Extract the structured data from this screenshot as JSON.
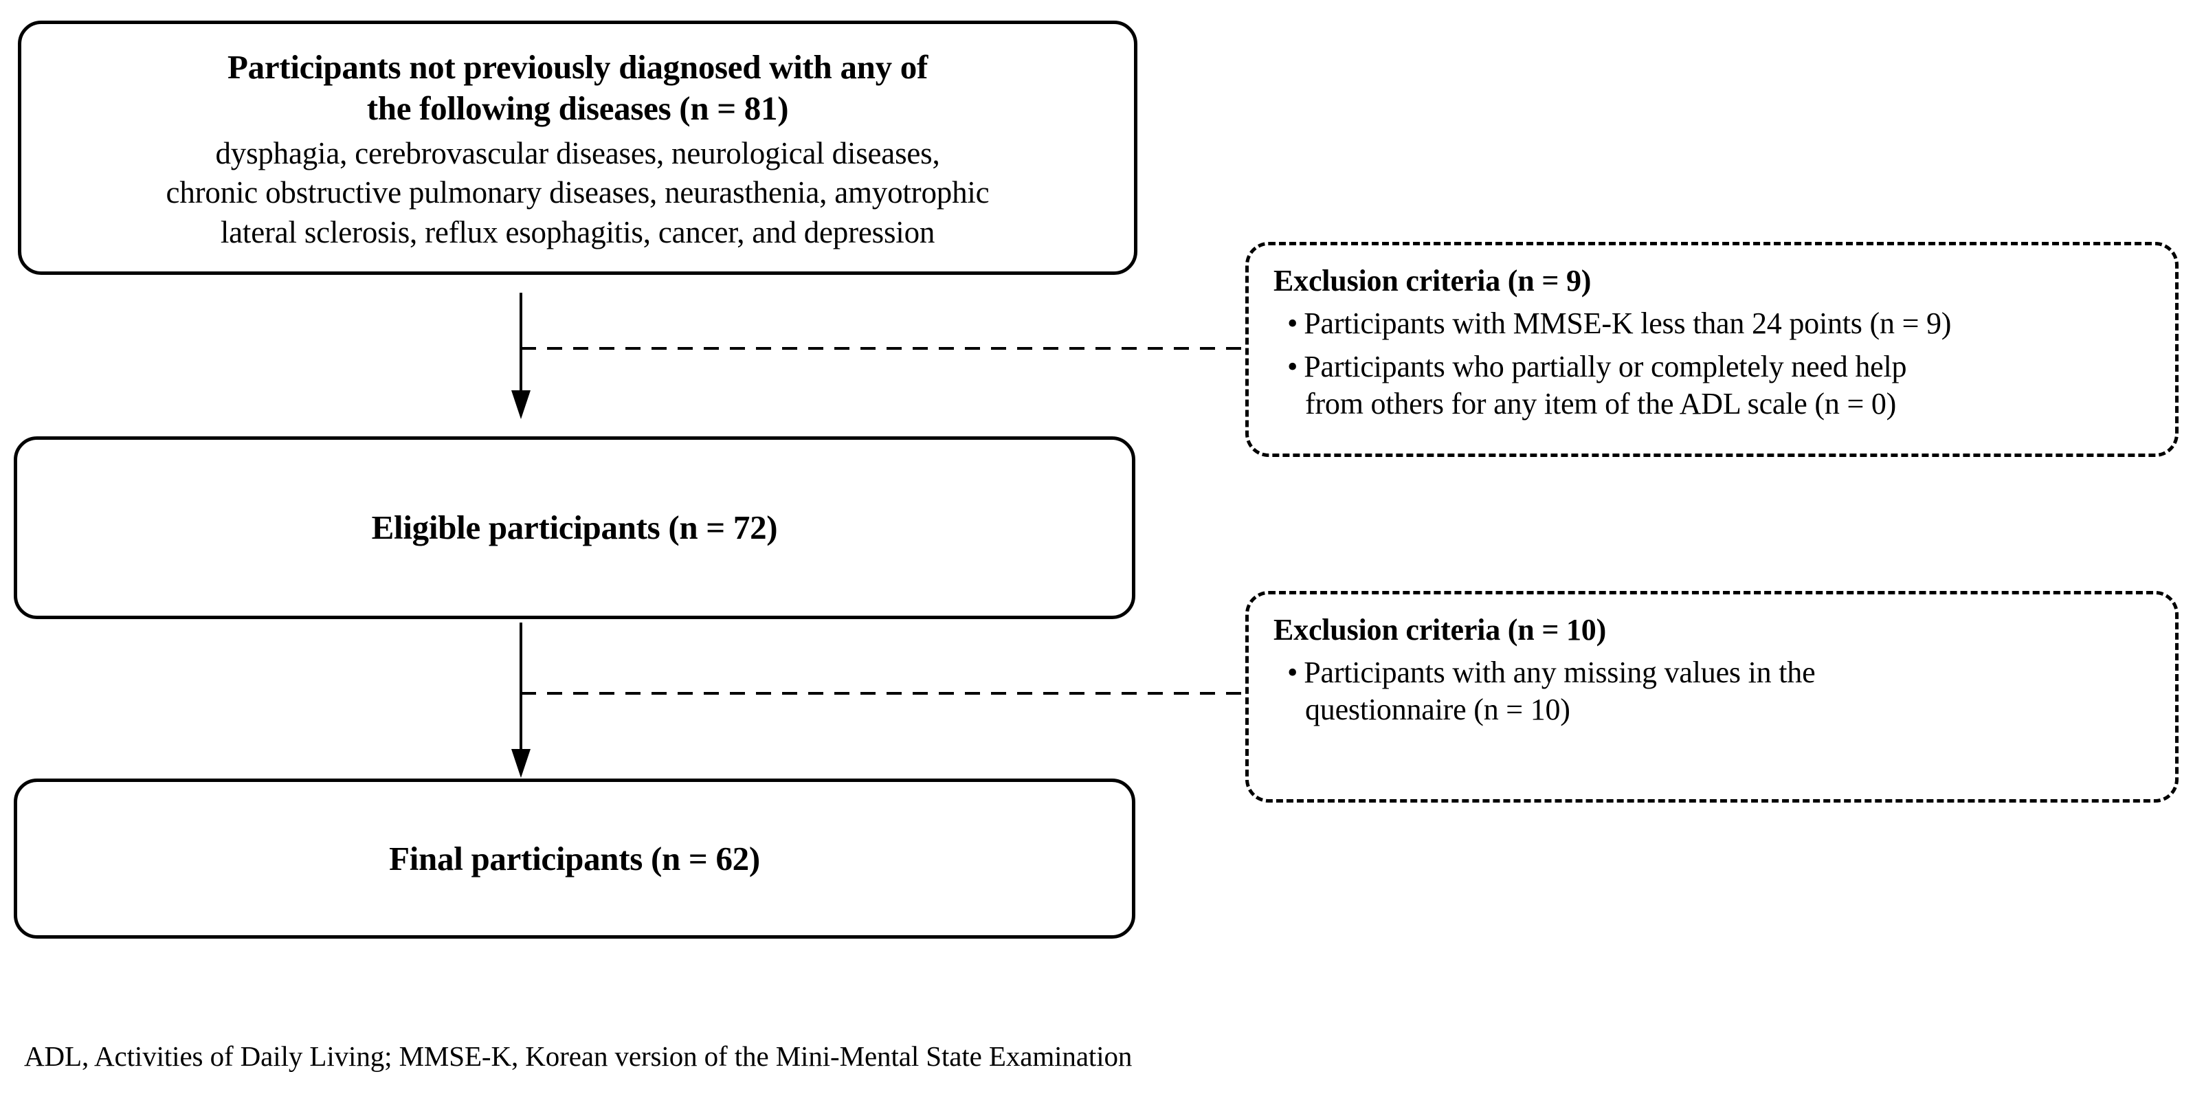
{
  "figure": {
    "type": "participant-flow-diagram",
    "background_color": "#ffffff",
    "line_color": "#000000"
  },
  "boxes": {
    "enrolled": {
      "title_line_1": "Participants not previously diagnosed with any of",
      "title_line_2": "the following diseases (n = 81)",
      "body_line_1": "dysphagia, cerebrovascular diseases, neurological diseases,",
      "body_line_2": "chronic obstructive pulmonary diseases, neurasthenia, amyotrophic",
      "body_line_3": "lateral sclerosis, reflux esophagitis, cancer, and depression",
      "n": 81
    },
    "eligible": {
      "label": "Eligible participants (n = 72)",
      "n": 72
    },
    "final": {
      "label": "Final participants (n = 62)",
      "n": 62
    }
  },
  "exclusions": [
    {
      "heading": "Exclusion criteria (n = 9)",
      "n": 9,
      "bullet_char": "•",
      "items": [
        {
          "line_1": "Participants with MMSE-K less than 24 points (n = 9)",
          "line_2": "",
          "n": 9
        },
        {
          "line_1": "Participants who partially or completely need help",
          "line_2": "from others for any item of the ADL scale (n = 0)",
          "n": 0
        }
      ]
    },
    {
      "heading": "Exclusion criteria (n = 10)",
      "n": 10,
      "bullet_char": "•",
      "items": [
        {
          "line_1": "Participants with any missing values in the",
          "line_2": "questionnaire (n = 10)",
          "n": 10
        }
      ]
    }
  ],
  "footnote": {
    "text": "ADL, Activities of Daily Living;  MMSE-K, Korean version of the Mini-Mental State Examination"
  }
}
